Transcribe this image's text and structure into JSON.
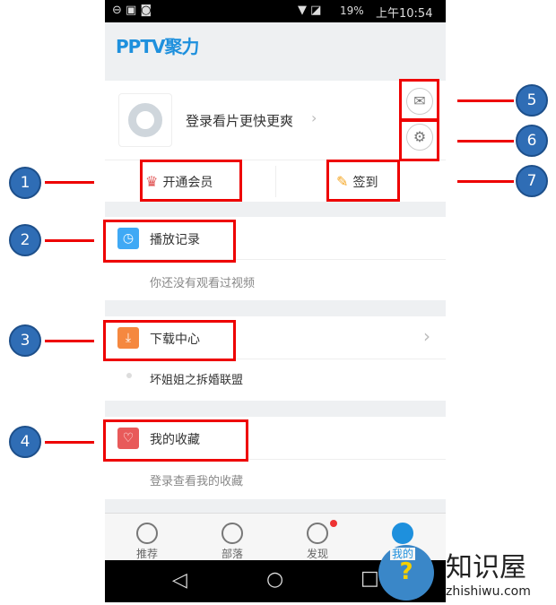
{
  "status": {
    "battery": "19%",
    "time": "上午10:54"
  },
  "header": {
    "logo": "PPTV聚力"
  },
  "profile": {
    "login_prompt": "登录看片更快更爽",
    "vip_label": "开通会员",
    "checkin_label": "签到"
  },
  "sections": [
    {
      "title": "播放记录",
      "sub": "你还没有观看过视频",
      "icon_color": "#3fa9f5"
    },
    {
      "title": "下载中心",
      "sub": "坏姐姐之拆婚联盟",
      "icon_color": "#f5883f"
    },
    {
      "title": "我的收藏",
      "sub": "登录查看我的收藏",
      "icon_color": "#e85a5a"
    }
  ],
  "tabs": [
    {
      "label": "推荐"
    },
    {
      "label": "部落"
    },
    {
      "label": "发现"
    },
    {
      "label": "我的"
    }
  ],
  "callouts": [
    "1",
    "2",
    "3",
    "4",
    "5",
    "6",
    "7"
  ],
  "watermark": {
    "name": "知识屋",
    "url": "zhishiwu.com"
  },
  "colors": {
    "accent": "#1e90dd",
    "annotation": "#e00000",
    "callout": "#2f6db5"
  }
}
